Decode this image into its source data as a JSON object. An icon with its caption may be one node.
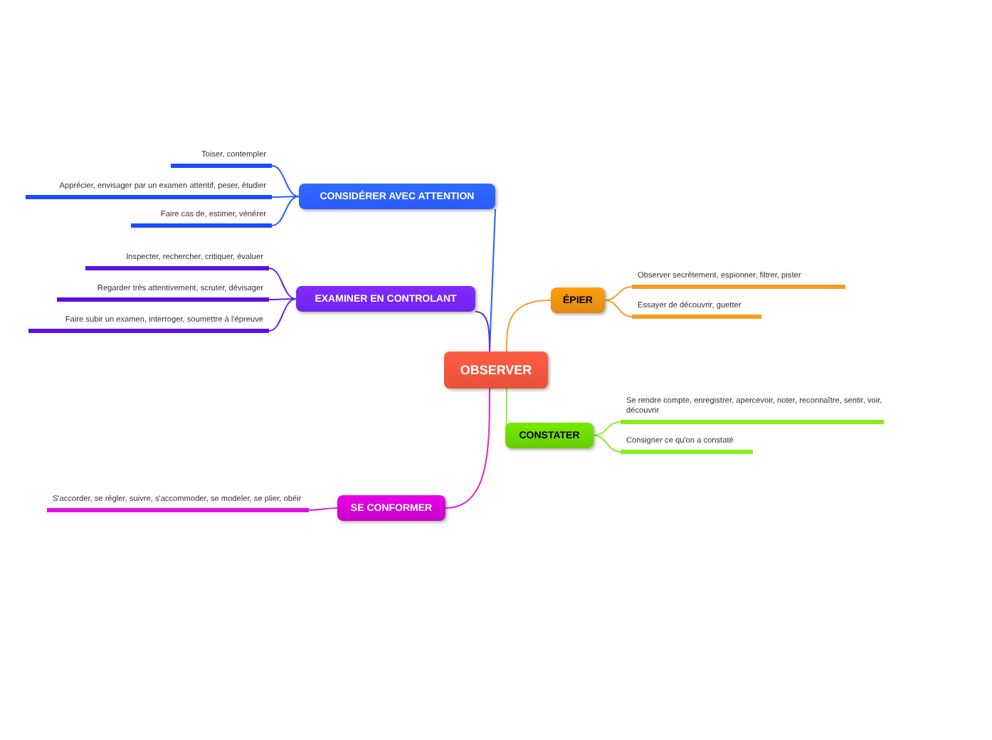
{
  "diagram": {
    "nodes": [
      {
        "text": [
          "OBSERVER"
        ]
      },
      {
        "text": [
          "CONSIDÉRER AVEC ATTENTION"
        ]
      },
      {
        "text": [
          "Toiser, contempler"
        ]
      },
      {
        "text": [
          "Apprécier, envisager par un examen attentif, peser, étudier"
        ]
      },
      {
        "text": [
          "Faire cas de, estimer, vénérer"
        ]
      },
      {
        "text": [
          "EXAMINER EN CONTROLANT"
        ]
      },
      {
        "text": [
          "Inspecter, rechercher, critiquer, évaluer"
        ]
      },
      {
        "text": [
          "Regarder très attentivement, scruter, dévisager"
        ]
      },
      {
        "text": [
          "Faire subir un examen, interroger, soumettre à l'épreuve"
        ]
      },
      {
        "text": [
          "SE CONFORMER"
        ]
      },
      {
        "text": [
          "S'accorder, se régler, suivre, s'accommoder, se modeler, se plier, obéir"
        ]
      },
      {
        "text": [
          "ÉPIER"
        ]
      },
      {
        "text": [
          "Observer secrètement, espionner, filtrer, pister"
        ]
      },
      {
        "text": [
          "Essayer de découvrir, guetter"
        ]
      },
      {
        "text": [
          "CONSTATER"
        ]
      },
      {
        "text": [
          "Se rendre compte, enregistrer, apercevoir, noter, reconnaître, sentir, voir, découvrir"
        ]
      },
      {
        "text": [
          "Consigner ce qu'on a constaté"
        ]
      }
    ],
    "edges": [
      {
        "from": 0,
        "to": 1,
        "arrow": "none",
        "color": "#2a5cff"
      },
      {
        "from": 1,
        "to": 2,
        "arrow": "none",
        "color": "#2a5cff"
      },
      {
        "from": 1,
        "to": 3,
        "arrow": "none",
        "color": "#2a5cff"
      },
      {
        "from": 1,
        "to": 4,
        "arrow": "none",
        "color": "#2a5cff"
      },
      {
        "from": 0,
        "to": 5,
        "arrow": "none",
        "color": "#6a1ff0"
      },
      {
        "from": 5,
        "to": 6,
        "arrow": "none",
        "color": "#6a1ff0"
      },
      {
        "from": 5,
        "to": 7,
        "arrow": "none",
        "color": "#6a1ff0"
      },
      {
        "from": 5,
        "to": 8,
        "arrow": "none",
        "color": "#6a1ff0"
      },
      {
        "from": 0,
        "to": 9,
        "arrow": "none",
        "color": "#e020e0"
      },
      {
        "from": 9,
        "to": 10,
        "arrow": "none",
        "color": "#e020e0"
      },
      {
        "from": 0,
        "to": 11,
        "arrow": "none",
        "color": "#f5a030"
      },
      {
        "from": 11,
        "to": 12,
        "arrow": "none",
        "color": "#f5a030"
      },
      {
        "from": 11,
        "to": 13,
        "arrow": "none",
        "color": "#f5a030"
      },
      {
        "from": 0,
        "to": 14,
        "arrow": "none",
        "color": "#90ee30"
      },
      {
        "from": 14,
        "to": 15,
        "arrow": "none",
        "color": "#90ee30"
      },
      {
        "from": 14,
        "to": 16,
        "arrow": "none",
        "color": "#90ee30"
      }
    ]
  }
}
